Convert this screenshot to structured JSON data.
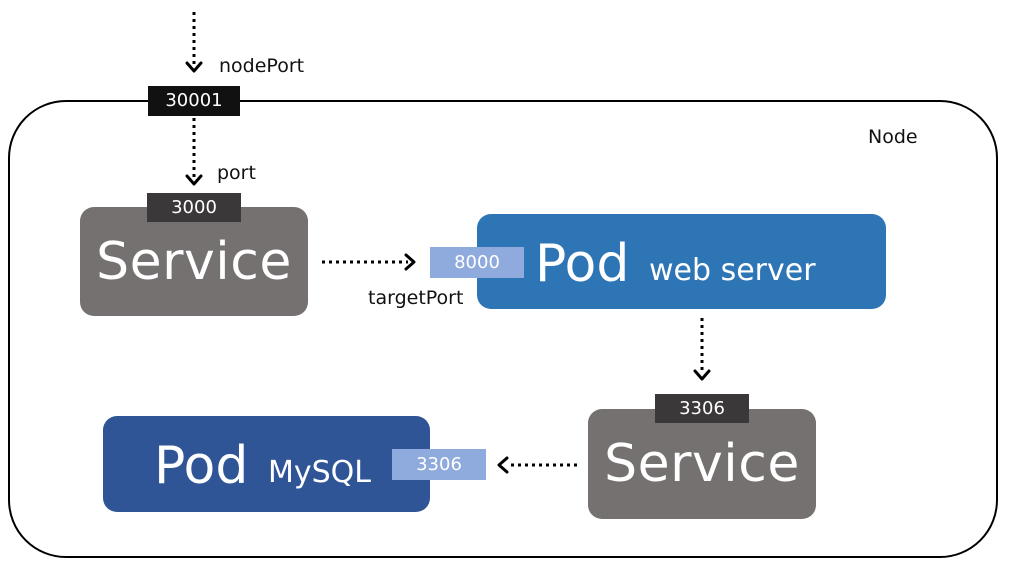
{
  "node": {
    "label": "Node"
  },
  "labels": {
    "node_port": "nodePort",
    "port": "port",
    "target_port": "targetPort"
  },
  "ports": {
    "node_port_value": "30001",
    "service_port_value": "3000",
    "web_target_port_value": "8000",
    "mysql_service_port_value": "3306",
    "mysql_target_port_value": "3306"
  },
  "boxes": {
    "web_service_label": "Service",
    "web_pod_label": "Pod",
    "web_pod_sublabel": "web server",
    "mysql_service_label": "Service",
    "mysql_pod_label": "Pod",
    "mysql_pod_sublabel": "MySQL"
  },
  "colors": {
    "service_box": "#767171",
    "web_pod": "#2e75b6",
    "mysql_pod": "#2f5597",
    "target_port_tag": "#8faadc",
    "node_port_tag": "#111111",
    "service_port_tag": "#3a3838"
  }
}
